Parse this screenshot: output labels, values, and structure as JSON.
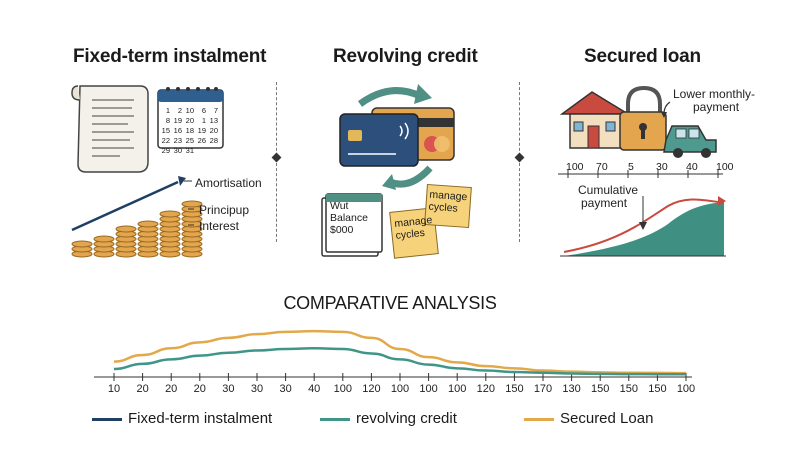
{
  "panels": {
    "fixed": {
      "title": "Fixed-term instalment",
      "labels": {
        "amortisation": "Amortisation",
        "principal": "Principup",
        "interest": "Interest"
      },
      "calendar": [
        "1",
        "2",
        "10",
        "6",
        "7",
        "8",
        "19",
        "20",
        "1",
        "13",
        "15",
        "16",
        "18",
        "19",
        "20",
        "22",
        "23",
        "25",
        "26",
        "28",
        "29",
        "30",
        "31"
      ]
    },
    "revolving": {
      "title": "Revolving credit",
      "ledger": {
        "l1": "Wut",
        "l2": "Balance",
        "l3": "$000"
      },
      "sticky1": {
        "l1": "manage",
        "l2": "cycles"
      },
      "sticky2": {
        "l1": "manage",
        "l2": "cycles"
      }
    },
    "secured": {
      "title": "Secured loan",
      "lower_monthly": {
        "l1": "Lower monthly-",
        "l2": "payment"
      },
      "scale": [
        "100",
        "70",
        "5",
        "30",
        "40",
        "100"
      ],
      "cumulative": {
        "l1": "Cumulative",
        "l2": "payment"
      }
    }
  },
  "analysis": {
    "title": "COMPARATIVE ANALYSIS",
    "ticks": [
      "10",
      "20",
      "20",
      "20",
      "30",
      "30",
      "30",
      "40",
      "100",
      "120",
      "100",
      "100",
      "100",
      "120",
      "150",
      "170",
      "130",
      "150",
      "150",
      "150",
      "100"
    ],
    "legend": [
      {
        "label": "Fixed-term instalment",
        "color": "#1f3f63"
      },
      {
        "label": "revolving credit",
        "color": "#3f9688"
      },
      {
        "label": "Secured Loan",
        "color": "#e2a84a"
      }
    ]
  },
  "chart_data": {
    "type": "line",
    "title": "COMPARATIVE ANALYSIS",
    "x": [
      "10",
      "20",
      "20",
      "20",
      "30",
      "30",
      "30",
      "40",
      "100",
      "120",
      "100",
      "100",
      "100",
      "120",
      "150",
      "170",
      "130",
      "150",
      "150",
      "150",
      "100"
    ],
    "series": [
      {
        "name": "Secured Loan",
        "color": "#e2a84a",
        "values": [
          1.8,
          2.7,
          3.6,
          4.4,
          5.0,
          5.5,
          5.8,
          5.9,
          5.8,
          5.0,
          3.5,
          2.4,
          1.7,
          1.2,
          0.9,
          0.6,
          0.45,
          0.35,
          0.3,
          0.28,
          0.25
        ]
      },
      {
        "name": "revolving credit",
        "color": "#3f9688",
        "values": [
          0.8,
          1.5,
          2.1,
          2.6,
          3.0,
          3.3,
          3.5,
          3.6,
          3.5,
          2.9,
          2.1,
          1.4,
          0.9,
          0.6,
          0.4,
          0.3,
          0.2,
          0.15,
          0.12,
          0.1,
          0.1
        ]
      }
    ],
    "ylim": [
      0,
      7
    ],
    "grid": false,
    "legend": "bottom"
  }
}
